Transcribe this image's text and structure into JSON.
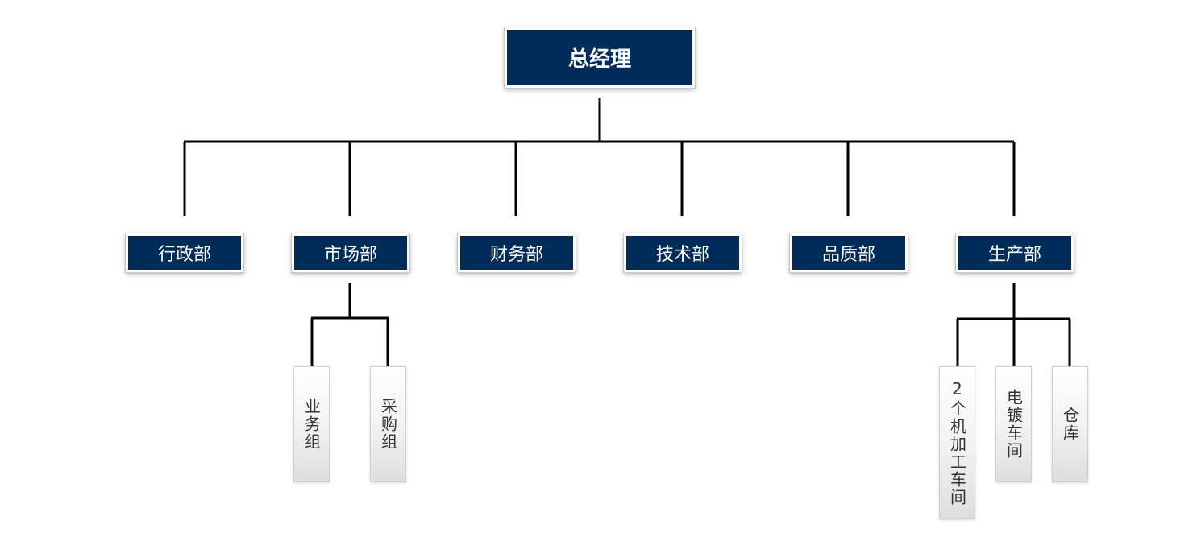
{
  "general_manager": "总经理",
  "departments": {
    "admin": "行政部",
    "marketing": "市场部",
    "finance": "财务部",
    "technology": "技术部",
    "quality": "品质部",
    "production": "生产部"
  },
  "marketing_groups": {
    "sales": "业务组",
    "procurement": "采购组"
  },
  "production_units": {
    "machining": "2个机加工车间",
    "plating": "电镀车间",
    "warehouse": "仓库"
  },
  "colors": {
    "box_fill": "#002c5a",
    "box_text": "#ffffff",
    "connector": "#000000",
    "sub_box_text": "#333333"
  }
}
